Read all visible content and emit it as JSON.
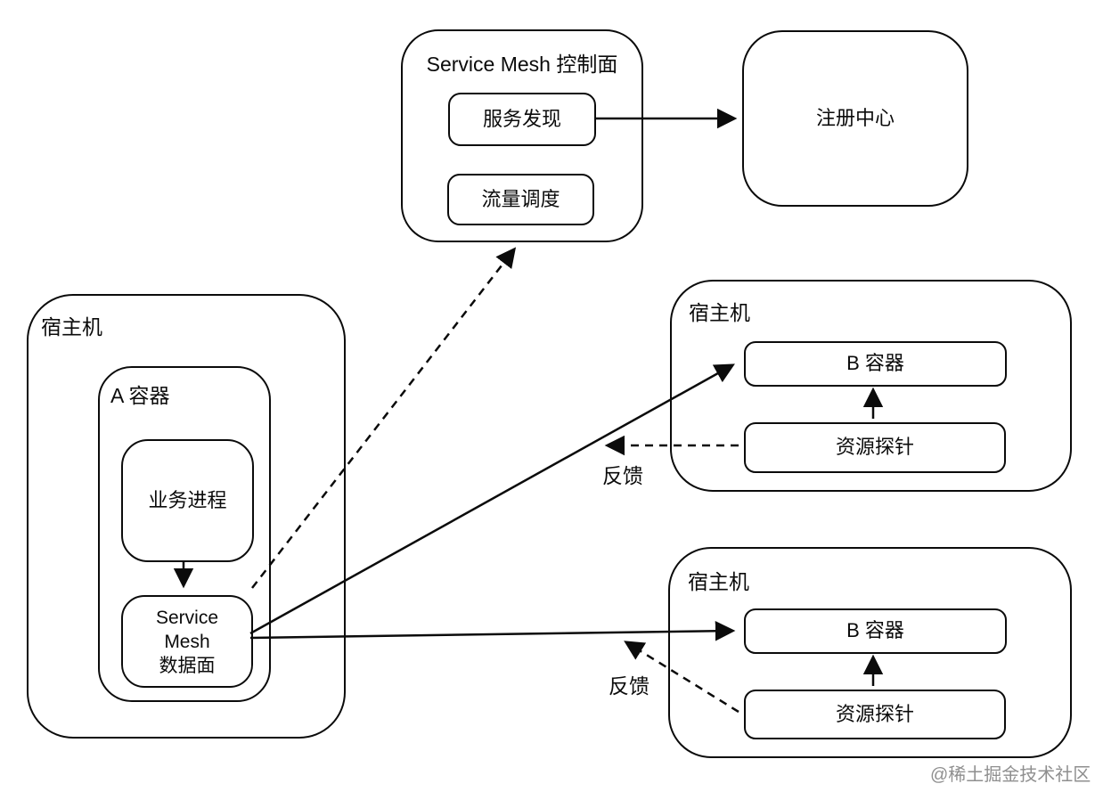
{
  "colors": {
    "stroke": "#0b0b0b",
    "background": "#ffffff",
    "watermark_gray": "#8f8f8f"
  },
  "control_plane": {
    "title": "Service Mesh 控制面",
    "modules": [
      {
        "label": "服务发现"
      },
      {
        "label": "流量调度"
      }
    ]
  },
  "registry": {
    "label": "注册中心"
  },
  "host_a": {
    "label": "宿主机",
    "container_a": {
      "label": "A 容器",
      "process": {
        "label": "业务进程"
      },
      "data_plane": {
        "lines": [
          "Service",
          "Mesh",
          "数据面"
        ]
      }
    }
  },
  "host_b1": {
    "label": "宿主机",
    "container_b": {
      "label": "B 容器"
    },
    "probe": {
      "label": "资源探针"
    }
  },
  "host_b2": {
    "label": "宿主机",
    "container_b": {
      "label": "B 容器"
    },
    "probe": {
      "label": "资源探针"
    }
  },
  "edge_labels": {
    "feedback_top": "反馈",
    "feedback_bottom": "反馈"
  },
  "watermark": "@稀土掘金技术社区"
}
